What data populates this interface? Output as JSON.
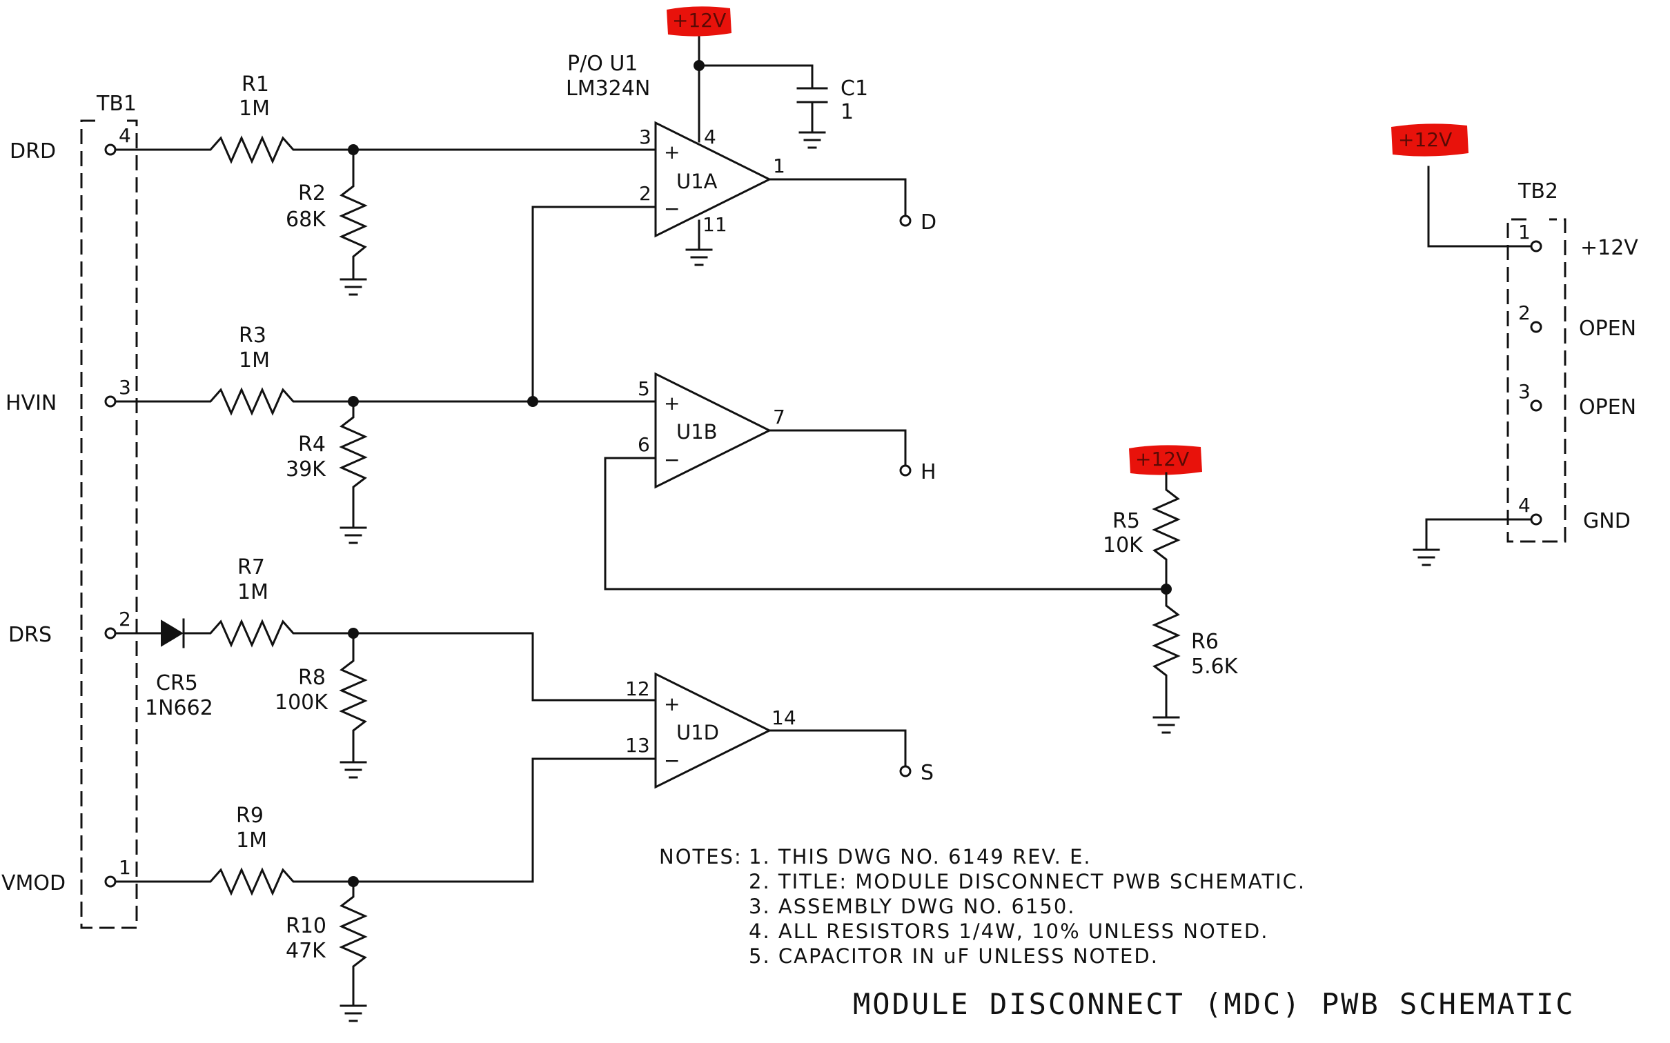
{
  "supply_label": "+12V",
  "tb1": {
    "name": "TB1",
    "terminals": [
      {
        "pin": "4",
        "signal": "DRD"
      },
      {
        "pin": "3",
        "signal": "HVIN"
      },
      {
        "pin": "2",
        "signal": "DRS"
      },
      {
        "pin": "1",
        "signal": "VMOD"
      }
    ]
  },
  "tb2": {
    "name": "TB2",
    "terminals": [
      {
        "pin": "1",
        "signal": "+12V"
      },
      {
        "pin": "2",
        "signal": "OPEN"
      },
      {
        "pin": "3",
        "signal": "OPEN"
      },
      {
        "pin": "4",
        "signal": "GND"
      }
    ]
  },
  "ic": {
    "part": "P/O U1",
    "type": "LM324N"
  },
  "capacitor": {
    "ref": "C1",
    "value": "1"
  },
  "resistors": [
    {
      "ref": "R1",
      "value": "1M"
    },
    {
      "ref": "R2",
      "value": "68K"
    },
    {
      "ref": "R3",
      "value": "1M"
    },
    {
      "ref": "R4",
      "value": "39K"
    },
    {
      "ref": "R5",
      "value": "10K"
    },
    {
      "ref": "R6",
      "value": "5.6K"
    },
    {
      "ref": "R7",
      "value": "1M"
    },
    {
      "ref": "R8",
      "value": "100K"
    },
    {
      "ref": "R9",
      "value": "1M"
    },
    {
      "ref": "R10",
      "value": "47K"
    }
  ],
  "diode": {
    "ref": "CR5",
    "value": "1N662"
  },
  "opamps": [
    {
      "ref": "U1A",
      "plus_pin": "3",
      "minus_pin": "2",
      "out_pin": "1",
      "vcc_pin": "4",
      "gnd_pin": "11",
      "output": "D"
    },
    {
      "ref": "U1B",
      "plus_pin": "5",
      "minus_pin": "6",
      "out_pin": "7",
      "output": "H"
    },
    {
      "ref": "U1D",
      "plus_pin": "12",
      "minus_pin": "13",
      "out_pin": "14",
      "output": "S"
    }
  ],
  "plus_sign": "+",
  "minus_sign": "−",
  "notes": {
    "header": "NOTES:",
    "items": [
      "1.  THIS DWG NO. 6149 REV. E.",
      "2.  TITLE:  MODULE DISCONNECT PWB SCHEMATIC.",
      "3.  ASSEMBLY DWG NO. 6150.",
      "4.  ALL RESISTORS 1/4W, 10% UNLESS NOTED.",
      "5.  CAPACITOR IN uF UNLESS NOTED."
    ]
  },
  "title": "MODULE DISCONNECT (MDC) PWB SCHEMATIC"
}
